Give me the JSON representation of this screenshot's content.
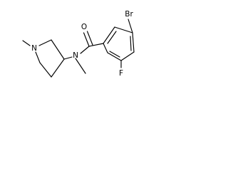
{
  "structure": {
    "atoms": {
      "pyrrolidine_nitrogen": "N",
      "amide_nitrogen": "N",
      "carbonyl_oxygen": "O",
      "bromine": "Br",
      "fluorine": "F"
    }
  }
}
